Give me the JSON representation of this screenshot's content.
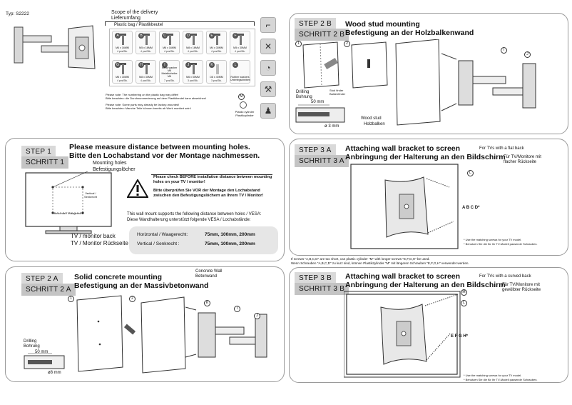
{
  "header": {
    "type_label": "Typ: S2222",
    "scope_en": "Scope of the delivery",
    "scope_de": "Lieferumfang",
    "plastic_bag": "Plastic bag / Plastikbeutel"
  },
  "screws": [
    {
      "letter": "A",
      "size": "M4 x 16MM",
      "qty": "4 pcs/Stk."
    },
    {
      "letter": "B",
      "size": "M5 x 16MM",
      "qty": "4 pcs/Stk."
    },
    {
      "letter": "C",
      "size": "M6 x 16MM",
      "qty": "4 pcs/Stk."
    },
    {
      "letter": "D",
      "size": "M8 x 16MM",
      "qty": "4 pcs/Stk."
    },
    {
      "letter": "E",
      "size": "M4 x 30MM",
      "qty": "4 pcs/Stk."
    },
    {
      "letter": "F",
      "size": "M5 x 30MM",
      "qty": "4 pcs/Stk."
    },
    {
      "letter": "G",
      "size": "M6 x 30MM",
      "qty": "4 pcs/Stk."
    },
    {
      "letter": "H",
      "size": "M8 x 30MM",
      "qty": "4 pcs/Stk."
    },
    {
      "letter": "I",
      "size": "Metal washer M6 Metallscheibe M6",
      "qty": "7 pcs/Stk."
    },
    {
      "letter": "J",
      "size": "M6 x 50MM",
      "qty": "3 pcs/Stk."
    },
    {
      "letter": "K",
      "size": "D8 x 40MM",
      "qty": "3 pcs/Stk."
    },
    {
      "letter": "L",
      "size": "Rubber washers Unterlegscheiben",
      "qty": ""
    }
  ],
  "extra_part": {
    "letter": "M",
    "label": "Plastic cylinder Plastikzylinder"
  },
  "notes": {
    "en1": "Please note: The numbering on the plastic bag may differ!",
    "de1": "Bitte beachten: die Durchnummerierung auf dem Plastikbeutel kann abweichen!",
    "en2": "Please note: Some parts may already be factory-mounted!",
    "de2": "Bitte beachten: Manche Teile können bereits ab Werk montiert sein!"
  },
  "step1": {
    "tag_step": "STEP   1",
    "tag_schritt": "SCHRITT 1",
    "title_en": "Please measure distance between mounting holes.",
    "title_de": "Bitte den Lochabstand vor der Montage nachmessen.",
    "holes_en": "Mounting holes",
    "holes_de": "Befestigungslöcher",
    "vertical": "Vertical / Senkrecht",
    "horizontal": "Horizontal / Waagerecht",
    "tv_en": "TV / monitor back",
    "tv_de": "TV / Monitor Rückseite",
    "warn_en": "Please check BEFORE installation distance between mounting holes on your TV / monitor!",
    "warn_de": "Bitte überprüfen Sie VOR der Montage den Lochabstand zwischen den Befestigungslöchern an Ihrem TV / Monitor!",
    "vesa_en": "This wall mount supports the following distance between holes / VESA:",
    "vesa_de": "Diese Wandhalterung unterstützt folgende VESA / Lochabstände:",
    "h_label": "Horizontal / Waagerecht:",
    "h_value": "75mm, 100mm, 200mm",
    "v_label": "Vertical / Senkrecht :",
    "v_value": "75mm, 100mm, 200mm"
  },
  "step2a": {
    "tag_step": "STEP   2 A",
    "tag_schritt": "SCHRITT 2 A",
    "title_en": "Solid concrete mounting",
    "title_de": "Befestigung an der Massivbetonwand",
    "wall_en": "Concrete Wall",
    "wall_de": "Betonwand",
    "drill_en": "Drilling",
    "drill_de": "Bohrung",
    "depth": "50 mm",
    "diameter": "ø8  mm",
    "n1": "1",
    "n2": "2",
    "k": "K",
    "i": "I",
    "j": "J"
  },
  "step2b": {
    "tag_step": "STEP   2  B",
    "tag_schritt": "SCHRITT 2 B",
    "title_en": "Wood stud mounting",
    "title_de": "Befestigung an der Holzbalkenwand",
    "finder": "Stud finder Balkenfinder",
    "drill_en": "Drilling",
    "drill_de": "Bohrung",
    "depth": "50 mm",
    "diameter": "ø 3 mm",
    "stud_en": "Wood stud",
    "stud_de": "Holzbalken",
    "n1": "1",
    "n2": "2",
    "i": "I",
    "j": "J"
  },
  "step3a": {
    "tag_step": "STEP   3  A",
    "tag_schritt": "SCHRITT 3 A",
    "title_en": "Attaching wall bracket to screen",
    "title_de": "Anbringung der Halterung an den Bildschirm",
    "flat_en": "For TVs with a flat back",
    "flat_de": "Für TV/Monitore mit flacher Rückseite",
    "screws": "A B C D*",
    "l": "L",
    "note_en": "* Use the matching screws for your TV model.",
    "note_de": "* Benutzen Sie die für Ihr TV-Modell passende Schrauben.",
    "tip_en": "If screws \"A,B,C,D\" are too short, can plastic cylinder \"M\" with longer screws \"E,F,G,H\" be used.",
    "tip_de": "Wenn Schrauben  \"A,B,C,D\" zu kurz sind,  können Plastikzylinder \"M\" mit längeren Schrauben \"E,F,G,H\" verwendet werden."
  },
  "step3b": {
    "tag_step": "STEP   3  B",
    "tag_schritt": "SCHRITT 3 B",
    "title_en": "Attaching wall bracket to screen",
    "title_de": "Anbringung der Halterung an den Bildschirm",
    "curved_en": "For TVs with a curved back",
    "curved_de": "Für TV/Monitore mit gewölbter Rückseite",
    "screws": "E F G H*",
    "m": "M",
    "l": "L",
    "note_en": "* Use the matching screws for your TV model.",
    "note_de": "* Benutzen Sie die für Ihr TV-Modell passende Schrauben."
  },
  "sidebar_icons": [
    "drill-icon",
    "screwdriver-icon",
    "tape-icon",
    "level-icon",
    "two-person-icon"
  ],
  "colors": {
    "panel_border": "#9a9a9a",
    "tag_bg": "#d9d9d9",
    "vesa_bg": "#e6e6e6",
    "warning": "#111111"
  }
}
